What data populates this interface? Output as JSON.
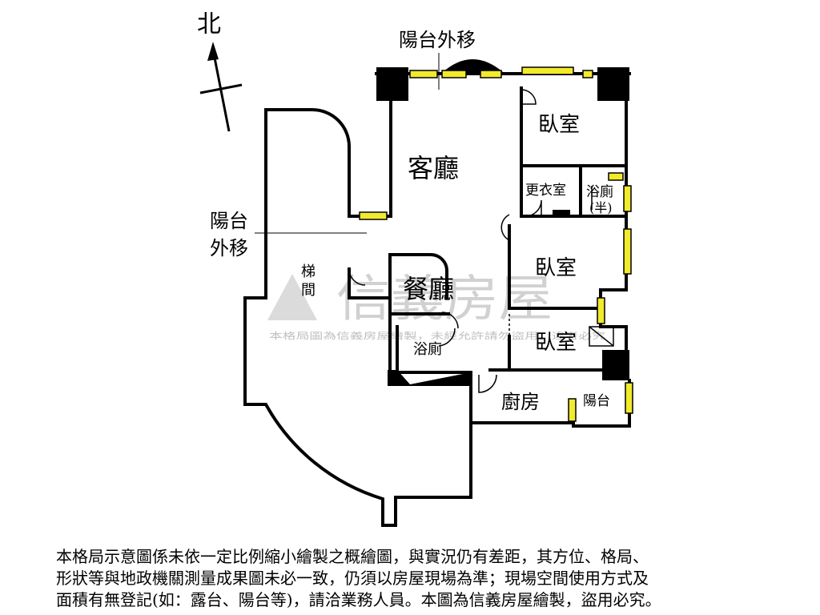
{
  "compass": {
    "label": "北"
  },
  "rooms": {
    "balcony_shift_top": "陽台外移",
    "balcony_shift_left_line1": "陽台",
    "balcony_shift_left_line2": "外移",
    "living_room": "客廳",
    "bedroom_top": "臥室",
    "closet": "更衣室",
    "bath_half_line1": "浴廁",
    "bath_half_line2": "(半)",
    "bedroom_middle": "臥室",
    "stairs_line1": "梯",
    "stairs_line2": "間",
    "dining_room": "餐廳",
    "bedroom_bottom": "臥室",
    "bathroom": "浴廁",
    "kitchen": "廚房",
    "balcony_small": "陽台"
  },
  "watermark": {
    "brand": "信義房屋",
    "notice": "本格局圖為信義房屋繪製，未經允許請勿盜用，違者必究"
  },
  "disclaimer": {
    "line1": "本格局示意圖係未依一定比例縮小繪製之概繪圖，與實況仍有差距，其方位、格局、",
    "line2": "形狀等與地政機關測量成果圖未必一致，仍須以房屋現場為準；現場空間使用方式及",
    "line3": "面積有無登記(如：露台、陽台等)，請洽業務人員。本圖為信義房屋繪製，盜用必究。"
  },
  "colors": {
    "wall": "#000000",
    "window": "#f2ea2c",
    "watermark": "#9a9a9a"
  }
}
